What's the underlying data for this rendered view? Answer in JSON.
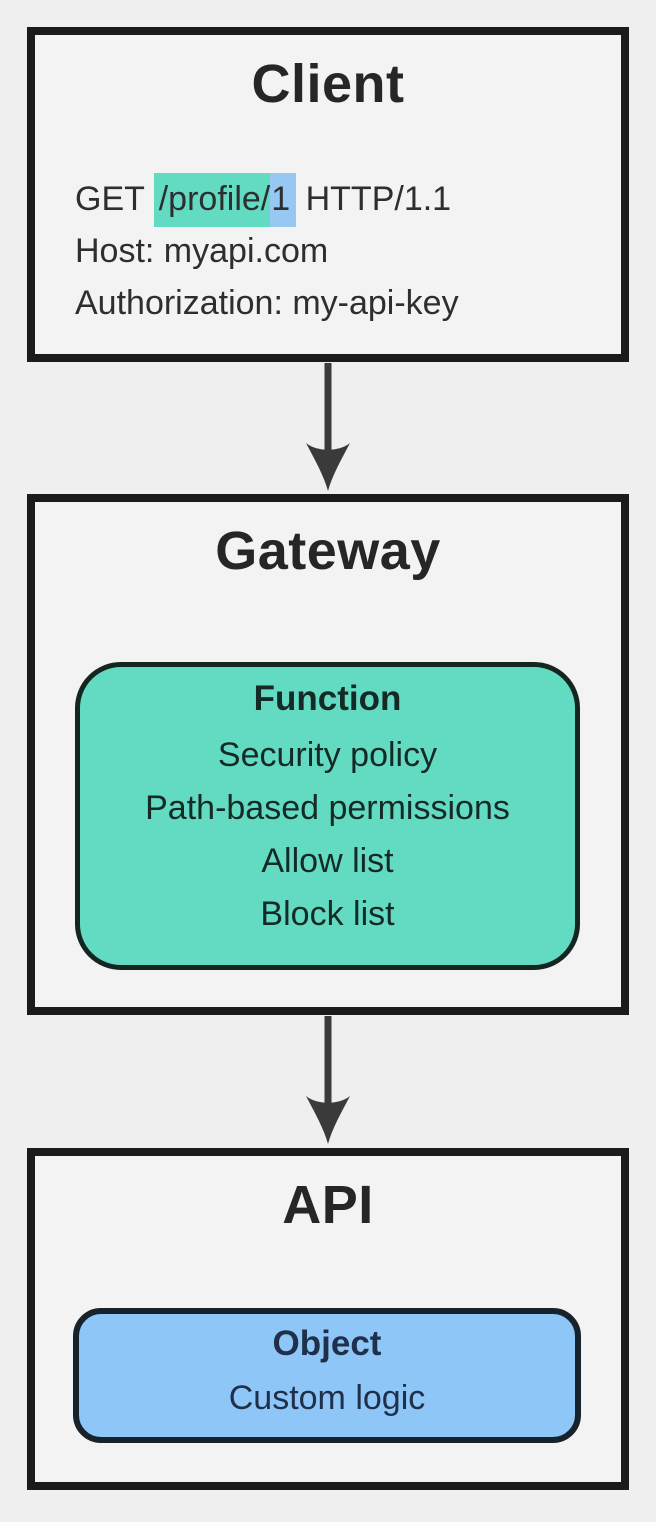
{
  "page": {
    "background": "#efefef",
    "box_fill": "#f3f3f3",
    "box_border_color": "#1b1b1b",
    "arrow_color": "#3a3a3a"
  },
  "colors": {
    "teal": "#63dbc3",
    "blue_light": "#8ec6f8",
    "teal_highlight": "#63dbc3",
    "blue_highlight": "#97c8f4"
  },
  "client": {
    "title": "Client",
    "request": {
      "line1_segments": [
        {
          "text": "GET ",
          "highlight": "none"
        },
        {
          "text": "/profile/",
          "highlight": "teal"
        },
        {
          "text": "1",
          "highlight": "blue"
        },
        {
          "text": " HTTP/1.1",
          "highlight": "none"
        }
      ],
      "line2": "Host: myapi.com",
      "line3": "Authorization: my-api-key"
    }
  },
  "gateway": {
    "title": "Gateway",
    "function_box": {
      "title": "Function",
      "items": [
        "Security policy",
        "Path-based permissions",
        "Allow list",
        "Block list"
      ]
    }
  },
  "api": {
    "title": "API",
    "object_box": {
      "title": "Object",
      "items": [
        "Custom logic"
      ]
    }
  },
  "arrows": [
    {
      "name": "client-to-gateway"
    },
    {
      "name": "gateway-to-api"
    }
  ]
}
